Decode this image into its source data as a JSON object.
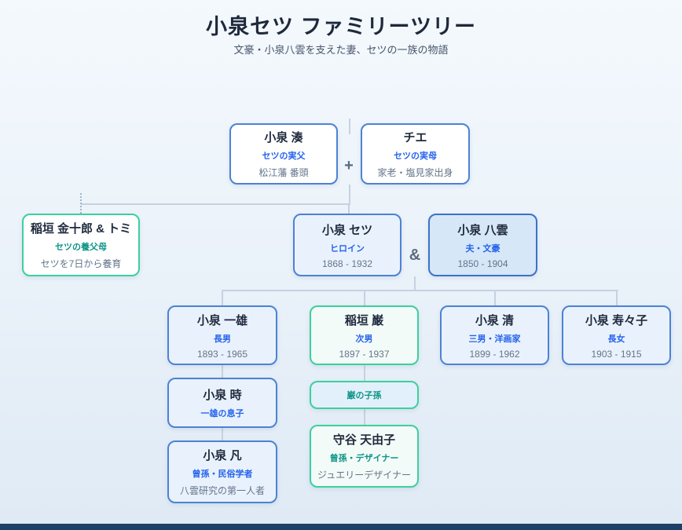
{
  "page": {
    "title": "小泉セツ ファミリーツリー",
    "subtitle": "文豪・小泉八雲を支えた妻、セツの一族の物語"
  },
  "symbols": {
    "couple1": "+",
    "couple2": "&"
  },
  "nodes": {
    "minato": {
      "name": "小泉 湊",
      "role": "セツの実父",
      "detail": "松江藩 番頭"
    },
    "chie": {
      "name": "チエ",
      "role": "セツの実母",
      "detail": "家老・塩見家出身"
    },
    "inagaki": {
      "name": "稲垣 金十郎 & トミ",
      "role": "セツの養父母",
      "detail": "セツを7日から養育"
    },
    "setsu": {
      "name": "小泉 セツ",
      "role": "ヒロイン",
      "detail": "1868 - 1932"
    },
    "yakumo": {
      "name": "小泉 八雲",
      "role": "夫・文豪",
      "detail": "1850 - 1904"
    },
    "kazuo": {
      "name": "小泉 一雄",
      "role": "長男",
      "detail": "1893 - 1965"
    },
    "iwao": {
      "name": "稲垣 巌",
      "role": "次男",
      "detail": "1897 - 1937"
    },
    "kiyoshi": {
      "name": "小泉 清",
      "role": "三男・洋画家",
      "detail": "1899 - 1962"
    },
    "suzuko": {
      "name": "小泉 寿々子",
      "role": "長女",
      "detail": "1903 - 1915"
    },
    "toki": {
      "name": "小泉 時",
      "role": "一雄の息子"
    },
    "bon": {
      "name": "小泉 凡",
      "role": "曾孫・民俗学者",
      "detail": "八雲研究の第一人者"
    },
    "iwao_descendants": {
      "label": "巌の子孫"
    },
    "moriya": {
      "name": "守谷 天由子",
      "role": "曾孫・デザイナー",
      "detail": "ジュエリーデザイナー"
    }
  },
  "colors": {
    "accent_blue": "#2563eb",
    "accent_teal": "#0d9488",
    "border_blue": "#4d82d4",
    "border_green": "#3ecf9d",
    "line_gray": "#c6d2e0",
    "footer_navy": "#1d4067"
  }
}
